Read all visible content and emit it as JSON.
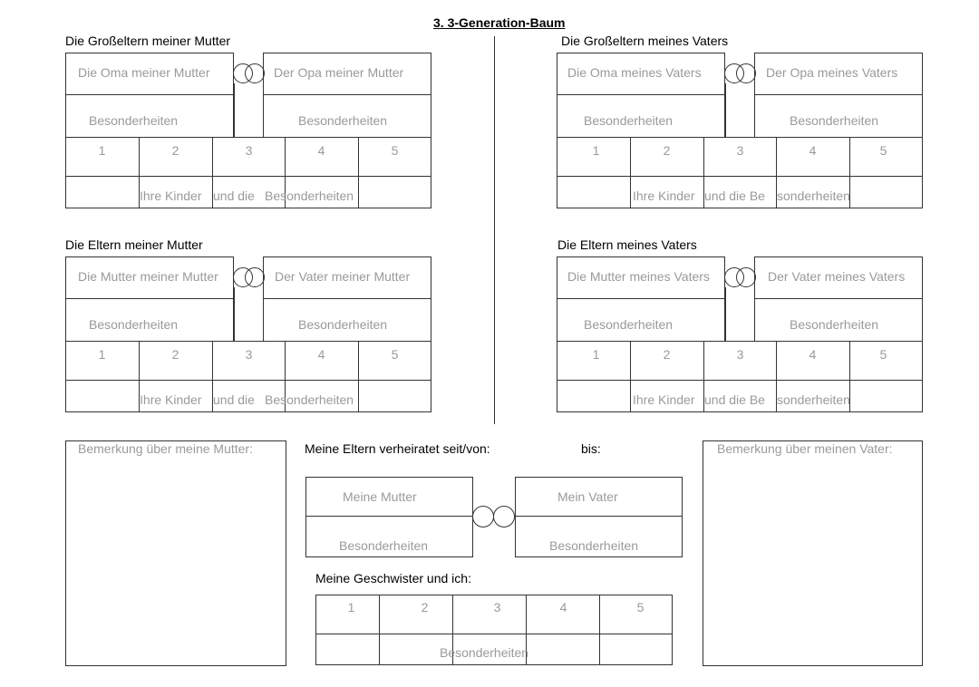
{
  "page": {
    "title": "3. 3-Generation-Baum",
    "subtitle": "",
    "paper_color": "#ffffff",
    "line_color": "#333333",
    "placeholder_color": "#9a9a9a"
  },
  "sections": {
    "mother_grandparents": {
      "heading": "Die Großeltern meiner Mutter",
      "left_box": "Die Oma meiner Mutter",
      "right_box": "Der Opa meiner Mutter",
      "left_special": "Besonderheiten",
      "right_special": "Besonderheiten",
      "numbers": [
        "1",
        "2",
        "3",
        "4",
        "5"
      ],
      "children_label_1": "Ihre Kinder",
      "children_label_2": "und die",
      "children_label_3": "Besonderheiten"
    },
    "father_grandparents": {
      "heading": "Die Großeltern meines Vaters",
      "left_box": "Die Oma meines Vaters",
      "right_box": "Der Opa meines Vaters",
      "left_special": "Besonderheiten",
      "right_special": "Besonderheiten",
      "numbers": [
        "1",
        "2",
        "3",
        "4",
        "5"
      ],
      "children_label_1": "Ihre Kinder",
      "children_label_2": "und die Be",
      "children_label_3": "sonderheiten"
    },
    "mother_parents": {
      "heading": "Die Eltern meiner Mutter",
      "left_box": "Die Mutter meiner Mutter",
      "right_box": "Der Vater meiner Mutter",
      "left_special": "Besonderheiten",
      "right_special": "Besonderheiten",
      "numbers": [
        "1",
        "2",
        "3",
        "4",
        "5"
      ],
      "children_label_1": "Ihre Kinder",
      "children_label_2": "und die",
      "children_label_3": "Besonderheiten"
    },
    "father_parents": {
      "heading": "Die Eltern meines Vaters",
      "left_box": "Die Mutter meines Vaters",
      "right_box": "Der Vater meines Vaters",
      "left_special": "Besonderheiten",
      "right_special": "Besonderheiten",
      "numbers": [
        "1",
        "2",
        "3",
        "4",
        "5"
      ],
      "children_label_1": "Ihre Kinder",
      "children_label_2": "und die Be",
      "children_label_3": "sonderheiten"
    }
  },
  "bottom": {
    "mother_note": "Bemerkung über meine Mutter:",
    "father_note": "Bemerkung über meinen Vater:",
    "married_label": "Meine Eltern verheiratet seit/von:",
    "until_label": "bis:",
    "my_mother": "Meine Mutter",
    "my_father": "Mein Vater",
    "mother_special": "Besonderheiten",
    "father_special": "Besonderheiten",
    "siblings_label": "Meine Geschwister und ich:",
    "sibling_numbers": [
      "1",
      "2",
      "3",
      "4",
      "5"
    ],
    "siblings_special": "Besonderheiten"
  }
}
